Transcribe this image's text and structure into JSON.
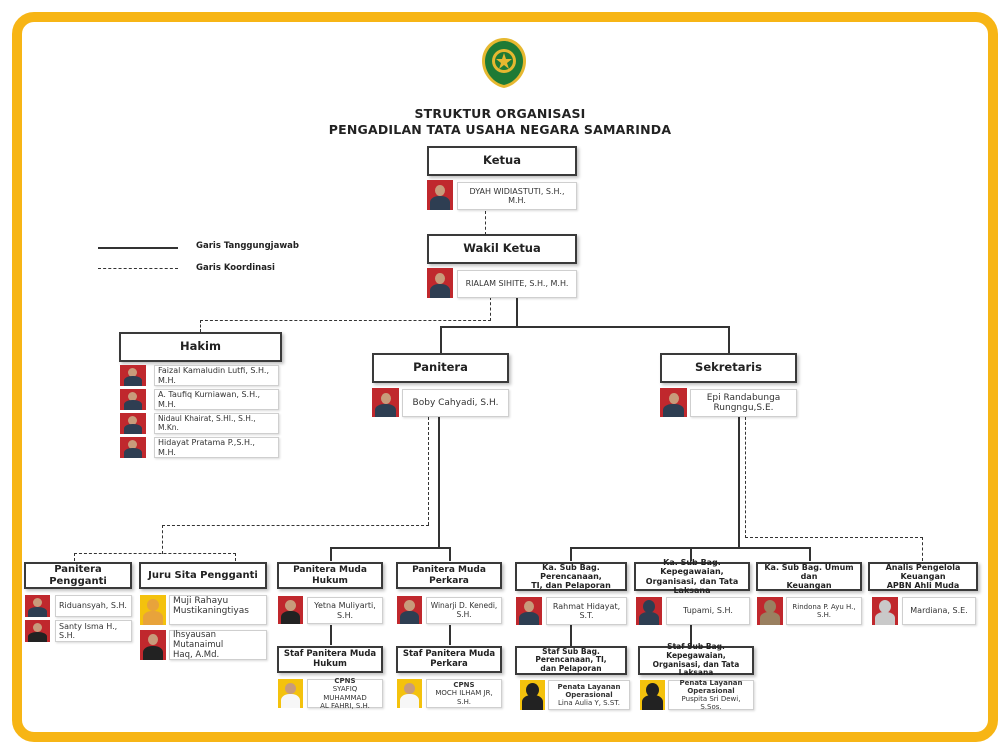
{
  "title": {
    "line1": "STRUKTUR ORGANISASI",
    "line2": "PENGADILAN TATA USAHA NEGARA SAMARINDA"
  },
  "legend": {
    "solid": "Garis Tanggungjawab",
    "dashed": "Garis Koordinasi"
  },
  "colors": {
    "frame": "#f7b515",
    "line": "#333333",
    "photo_red": "#c0282d",
    "photo_yellow": "#f4c20d",
    "logo_green": "#1e7a35",
    "logo_gold": "#e6b830"
  },
  "positions": {
    "ketua": {
      "title": "Ketua",
      "name": "DYAH WIDIASTUTI, S.H., M.H."
    },
    "wakil": {
      "title": "Wakil Ketua",
      "name": "RIALAM SIHITE, S.H., M.H."
    },
    "hakim": {
      "title": "Hakim",
      "members": [
        "Faizal Kamaludin Lutfi, S.H., M.H.",
        "A. Taufiq Kurniawan, S.H., M.H.",
        "Nidaul Khairat, S.HI., S.H., M.Kn.",
        "Hidayat Pratama P.,S.H., M.H."
      ]
    },
    "panitera": {
      "title": "Panitera",
      "name": "Boby Cahyadi, S.H."
    },
    "sekretaris": {
      "title": "Sekretaris",
      "name_line1": "Epi Randabunga",
      "name_line2": "Rungngu,S.E."
    },
    "pp": {
      "title": "Panitera Pengganti",
      "members": [
        "Riduansyah, S.H.",
        "Santy Isma H., S.H."
      ]
    },
    "jsp": {
      "title": "Juru Sita Pengganti",
      "members": [
        [
          "Muji Rahayu",
          "Mustikaningtiyas"
        ],
        [
          "Ihsyausan Mutanaimul",
          "Haq, A.Md."
        ]
      ]
    },
    "pmh": {
      "title": "Panitera Muda Hukum",
      "name": "Yetna Muliyarti, S.H.",
      "staf_title": "Staf Panitera Muda Hukum",
      "staf_role": "CPNS",
      "staf_name_line1": "SYAFIQ MUHAMMAD",
      "staf_name_line2": "AL FAHRI, S.H."
    },
    "pmp": {
      "title": "Panitera Muda Perkara",
      "name": "Winarji D. Kenedi, S.H.",
      "staf_title": "Staf Panitera Muda Perkara",
      "staf_role": "CPNS",
      "staf_name": "MOCH ILHAM JR, S.H."
    },
    "ptl": {
      "title_line1": "Ka. Sub Bag. Perencanaan,",
      "title_line2": "TI, dan Pelaporan",
      "name": "Rahmat Hidayat, S.T.",
      "staf_title_line1": "Staf Sub Bag. Perencanaan, TI,",
      "staf_title_line2": "dan Pelaporan",
      "staf_role_line1": "Penata Layanan",
      "staf_role_line2": "Operasional",
      "staf_name": "Lina Aulia Y, S.ST."
    },
    "kot": {
      "title_line1": "Ka. Sub Bag. Kepegawaian,",
      "title_line2": "Organisasi, dan Tata Laksana",
      "name": "Tupami, S.H.",
      "staf_title_line1": "Staf Sub Bag. Kepegawaian,",
      "staf_title_line2": "Organisasi, dan Tata Laksana",
      "staf_role_line1": "Penata Layanan",
      "staf_role_line2": "Operasional",
      "staf_name": "Puspita Sri Dewi, S.Sos."
    },
    "uk": {
      "title_line1": "Ka. Sub Bag. Umum dan",
      "title_line2": "Keuangan",
      "name": "Rindona P. Ayu H., S.H."
    },
    "apk": {
      "title_line1": "Analis Pengelola Keuangan",
      "title_line2": "APBN Ahli Muda",
      "name": "Mardiana, S.E."
    }
  }
}
